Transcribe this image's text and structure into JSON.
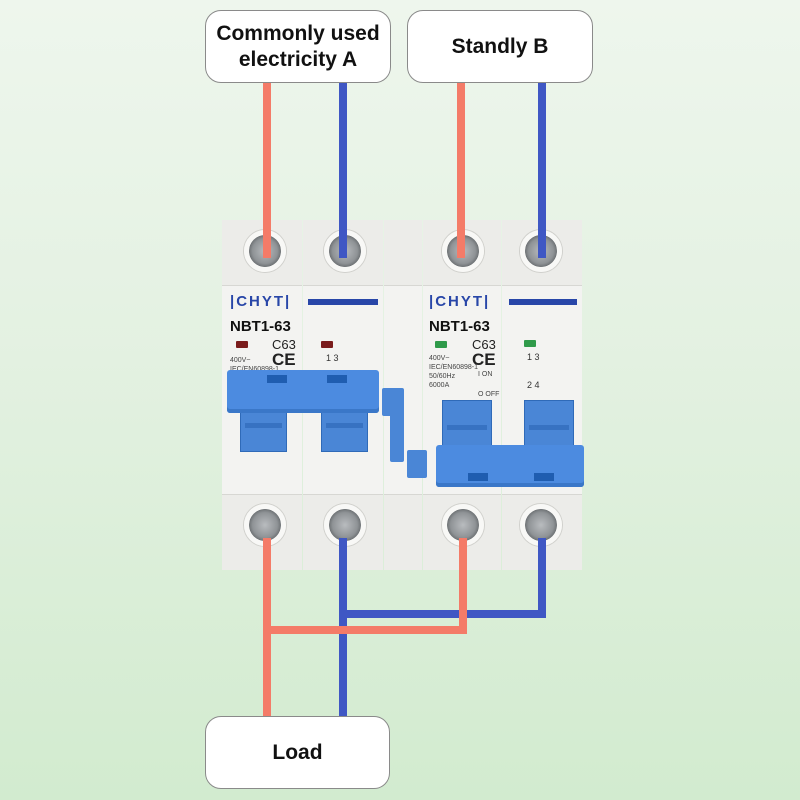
{
  "labels": {
    "source_a": "Commonly used electricity A",
    "source_b": "Standly B",
    "load": "Load"
  },
  "colors": {
    "live_wire": "#f47b68",
    "neutral_wire": "#3f57c4",
    "handle_blue": "#4c8be0",
    "brand_blue": "#2846a8"
  },
  "breakers": [
    {
      "brand": "CHYT",
      "model": "NBT1-63",
      "rating": "C63",
      "mark": "CE",
      "specs": "400V~\nIEC/EN60898-1",
      "indicator": "red",
      "pole_schematic": "1 3"
    },
    {
      "brand": "CHYT",
      "model": "NBT1-63",
      "rating": "C63",
      "mark": "CE",
      "specs": "400V~\nIEC/EN60898-1\n50/60Hz\n6000A",
      "on_label": "I ON",
      "off_label": "O OFF",
      "indicator": "green",
      "pole_schematic_top": "1 3",
      "pole_schematic_bottom": "2 4"
    }
  ]
}
